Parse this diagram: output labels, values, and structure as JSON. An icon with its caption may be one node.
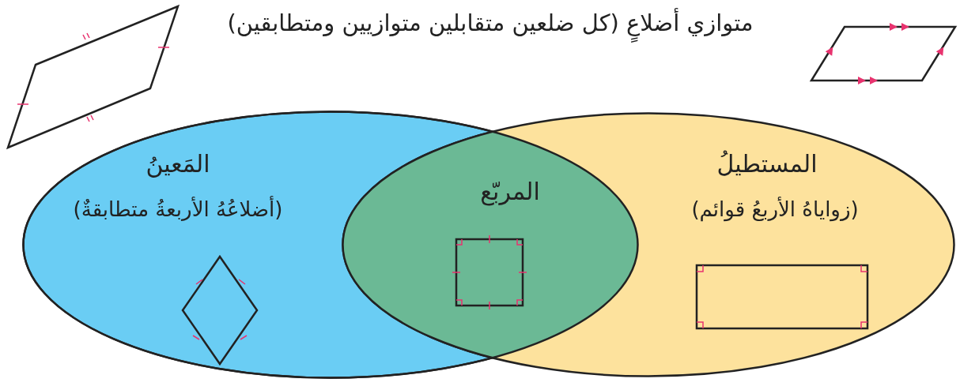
{
  "diagram": {
    "title": "متوازي أضلاعٍ (كل ضلعين متقابلين متوازيين ومتطابقين)",
    "nodes": [
      {
        "text": [
          "المَعينُ",
          "(أضلاعُهُ الأربعةُ متطابقةٌ)"
        ]
      },
      {
        "text": [
          "المستطيلُ",
          "(زواياهُ الأربعُ قوائم)"
        ]
      }
    ],
    "edges": [],
    "labels": [
      "المربّع"
    ]
  }
}
